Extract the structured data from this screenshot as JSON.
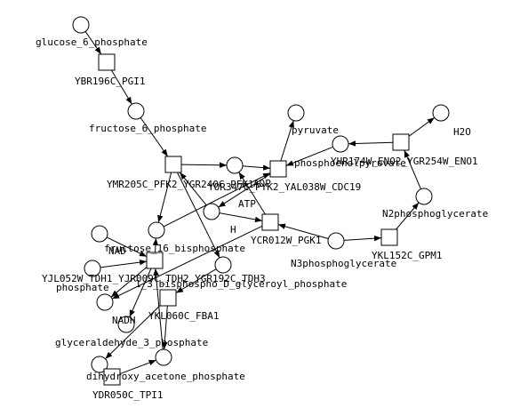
{
  "diagram": {
    "type": "metabolic-network",
    "colors": {
      "stroke": "#000000",
      "node_fill": "#ffffff",
      "label": "#000000",
      "background": "#ffffff"
    },
    "metabolites": [
      {
        "id": "glucose_6_phosphate",
        "label": "glucose_6_phosphate"
      },
      {
        "id": "fructose_6_phosphate",
        "label": "fructose_6_phosphate"
      },
      {
        "id": "pyruvate",
        "label": "pyruvate"
      },
      {
        "id": "phosphoenolpyruvate",
        "label": "phosphoenolpyruvate"
      },
      {
        "id": "H2O",
        "label": "H2O"
      },
      {
        "id": "N2phosphoglycerate",
        "label": "N2phosphoglycerate"
      },
      {
        "id": "N3phosphoglycerate",
        "label": "N3phosphoglycerate"
      },
      {
        "id": "ADP",
        "label": "ADP"
      },
      {
        "id": "ATP",
        "label": "ATP"
      },
      {
        "id": "H",
        "label": "H"
      },
      {
        "id": "NAD",
        "label": "NAD"
      },
      {
        "id": "fructose_16_bisphosphate",
        "label": "fructose_16_bisphosphate"
      },
      {
        "id": "phosphate",
        "label": "phosphate"
      },
      {
        "id": "glycerate_13_bisphosphate",
        "label": "1_3_bisphospho_D_glyceroyl_phosphate"
      },
      {
        "id": "NADH",
        "label": "NADH"
      },
      {
        "id": "glyceraldehyde_3_phosphate",
        "label": "glyceraldehyde_3_phosphate"
      },
      {
        "id": "dihydroxy_acetone_phosphate",
        "label": "dihydroxy_acetone_phosphate"
      }
    ],
    "reactions": [
      {
        "id": "PGI1",
        "label": "YBR196C_PGI1"
      },
      {
        "id": "PFK",
        "label": "YMR205C_PFK2_YGR240C_PFK1"
      },
      {
        "id": "PYK",
        "label": "YOR347C_PYK2_YAL038W_CDC19"
      },
      {
        "id": "ENO",
        "label": "YHR174W_ENO2_YGR254W_ENO1"
      },
      {
        "id": "GPM1",
        "label": "YKL152C_GPM1"
      },
      {
        "id": "PGK1",
        "label": "YCR012W_PGK1"
      },
      {
        "id": "TDH",
        "label": "YJL052W_TDH1_YJR009C_TDH2_YGR192C_TDH3"
      },
      {
        "id": "FBA1",
        "label": "YKL060C_FBA1"
      },
      {
        "id": "TPI1",
        "label": "YDR050C_TPI1"
      }
    ],
    "edges": [
      {
        "from": "glucose_6_phosphate",
        "to": "PGI1"
      },
      {
        "from": "PGI1",
        "to": "fructose_6_phosphate"
      },
      {
        "from": "fructose_6_phosphate",
        "to": "PFK"
      },
      {
        "from": "PFK",
        "to": "ADP"
      },
      {
        "from": "ATP",
        "to": "PFK"
      },
      {
        "from": "PFK",
        "to": "H"
      },
      {
        "from": "PFK",
        "to": "fructose_16_bisphosphate"
      },
      {
        "from": "phosphoenolpyruvate",
        "to": "PYK"
      },
      {
        "from": "PYK",
        "to": "pyruvate"
      },
      {
        "from": "ADP",
        "to": "PYK"
      },
      {
        "from": "H",
        "to": "PYK"
      },
      {
        "from": "PYK",
        "to": "ATP"
      },
      {
        "from": "ENO",
        "to": "H2O"
      },
      {
        "from": "ENO",
        "to": "phosphoenolpyruvate"
      },
      {
        "from": "N2phosphoglycerate",
        "to": "ENO"
      },
      {
        "from": "GPM1",
        "to": "N2phosphoglycerate"
      },
      {
        "from": "N3phosphoglycerate",
        "to": "GPM1"
      },
      {
        "from": "N3phosphoglycerate",
        "to": "PGK1"
      },
      {
        "from": "ATP",
        "to": "PGK1"
      },
      {
        "from": "PGK1",
        "to": "glycerate_13_bisphosphate"
      },
      {
        "from": "PGK1",
        "to": "ADP"
      },
      {
        "from": "NAD",
        "to": "TDH"
      },
      {
        "from": "phosphate",
        "to": "TDH"
      },
      {
        "from": "glyceraldehyde_3_phosphate",
        "to": "TDH"
      },
      {
        "from": "TDH",
        "to": "NADH"
      },
      {
        "from": "TDH",
        "to": "H"
      },
      {
        "from": "TDH",
        "to": "glycerate_13_bisphosphate"
      },
      {
        "from": "fructose_16_bisphosphate",
        "to": "FBA1"
      },
      {
        "from": "FBA1",
        "to": "glyceraldehyde_3_phosphate"
      },
      {
        "from": "FBA1",
        "to": "dihydroxy_acetone_phosphate"
      },
      {
        "from": "dihydroxy_acetone_phosphate",
        "to": "TPI1"
      },
      {
        "from": "TPI1",
        "to": "glyceraldehyde_3_phosphate"
      }
    ]
  }
}
